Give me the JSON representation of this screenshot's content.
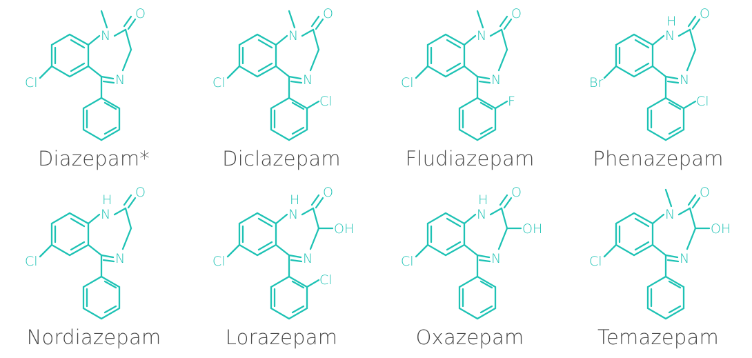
{
  "colors": {
    "structure": "#1dc2b4",
    "label": "#4a4a4a",
    "background": "#ffffff"
  },
  "compounds": [
    {
      "name": "Diazepam*",
      "n1": "N",
      "n1_h": "",
      "has_methyl": true,
      "c3": "",
      "ring_sub": "",
      "halogen7": "Cl"
    },
    {
      "name": "Diclazepam",
      "n1": "N",
      "n1_h": "",
      "has_methyl": true,
      "c3": "",
      "ring_sub": "Cl",
      "halogen7": "Cl"
    },
    {
      "name": "Fludiazepam",
      "n1": "N",
      "n1_h": "",
      "has_methyl": true,
      "c3": "",
      "ring_sub": "F",
      "halogen7": "Cl"
    },
    {
      "name": "Phenazepam",
      "n1": "N",
      "n1_h": "H",
      "has_methyl": false,
      "c3": "",
      "ring_sub": "Cl",
      "halogen7": "Br"
    },
    {
      "name": "Nordiazepam",
      "n1": "N",
      "n1_h": "H",
      "has_methyl": false,
      "c3": "",
      "ring_sub": "",
      "halogen7": "Cl"
    },
    {
      "name": "Lorazepam",
      "n1": "N",
      "n1_h": "H",
      "has_methyl": false,
      "c3": "OH",
      "ring_sub": "Cl",
      "halogen7": "Cl"
    },
    {
      "name": "Oxazepam",
      "n1": "N",
      "n1_h": "H",
      "has_methyl": false,
      "c3": "OH",
      "ring_sub": "",
      "halogen7": "Cl"
    },
    {
      "name": "Temazepam",
      "n1": "N",
      "n1_h": "",
      "has_methyl": true,
      "c3": "OH",
      "ring_sub": "",
      "halogen7": "Cl"
    }
  ],
  "atoms": {
    "carbonyl_o": "O",
    "imine_n": "N"
  }
}
